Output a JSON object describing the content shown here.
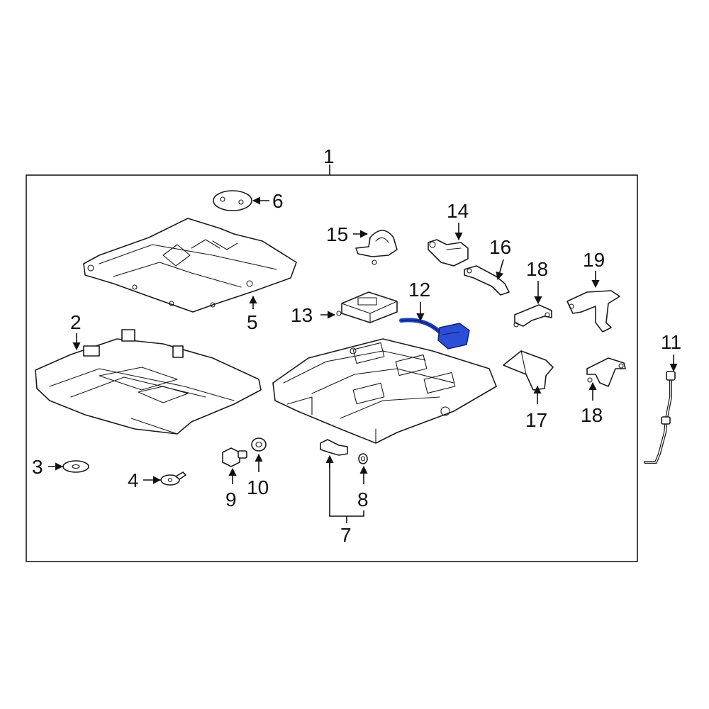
{
  "diagram": {
    "callouts": {
      "c1": "1",
      "c2": "2",
      "c3": "3",
      "c4": "4",
      "c5": "5",
      "c6": "6",
      "c7": "7",
      "c8": "8",
      "c9": "9",
      "c10": "10",
      "c11": "11",
      "c12": "12",
      "c13": "13",
      "c14": "14",
      "c15": "15",
      "c16": "16",
      "c17": "17",
      "c18a": "18",
      "c18b": "18",
      "c19": "19"
    },
    "colors": {
      "line": "#1a1a1a",
      "highlight": "#1f3fbf",
      "highlight_fill": "#2a4fd6",
      "background": "#ffffff"
    },
    "highlighted_part": "12"
  }
}
